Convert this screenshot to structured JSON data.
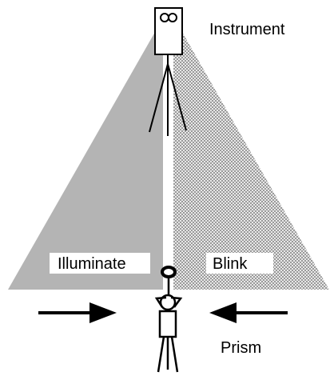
{
  "labels": {
    "instrument": "Instrument",
    "illuminate": "Illuminate",
    "blink": "Blink",
    "prism": "Prism"
  },
  "icons": {
    "instrument": "total-station-icon",
    "prism": "prism-pole-person-icon",
    "arrow_left": "arrow-right-icon",
    "arrow_right": "arrow-left-icon"
  },
  "colors": {
    "illuminate_fill": "#b4b4b4",
    "blink_pattern": "#8a8a8a",
    "line": "#000000"
  }
}
